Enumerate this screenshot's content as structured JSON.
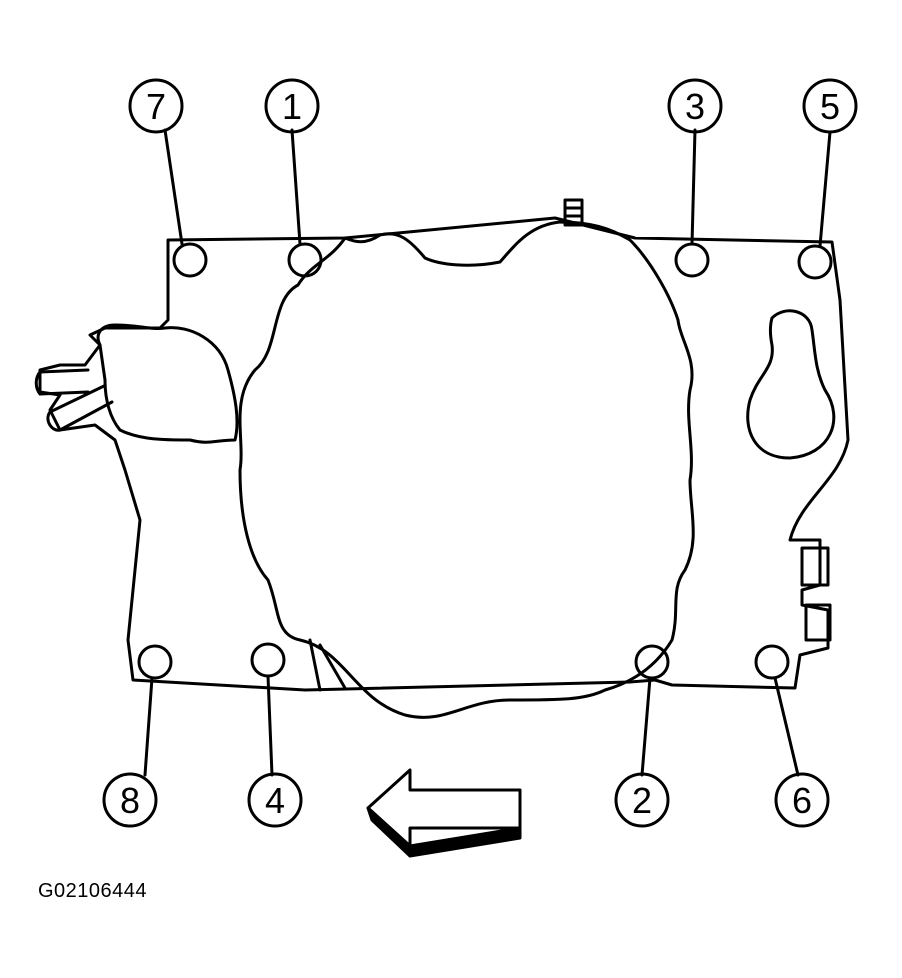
{
  "figure": {
    "id_label": "G02106444"
  },
  "callouts": [
    {
      "key": "7",
      "label": "7"
    },
    {
      "key": "1",
      "label": "1"
    },
    {
      "key": "3",
      "label": "3"
    },
    {
      "key": "5",
      "label": "5"
    },
    {
      "key": "8",
      "label": "8"
    },
    {
      "key": "4",
      "label": "4"
    },
    {
      "key": "2",
      "label": "2"
    },
    {
      "key": "6",
      "label": "6"
    }
  ],
  "colors": {
    "line": "#000000",
    "background": "#ffffff"
  }
}
